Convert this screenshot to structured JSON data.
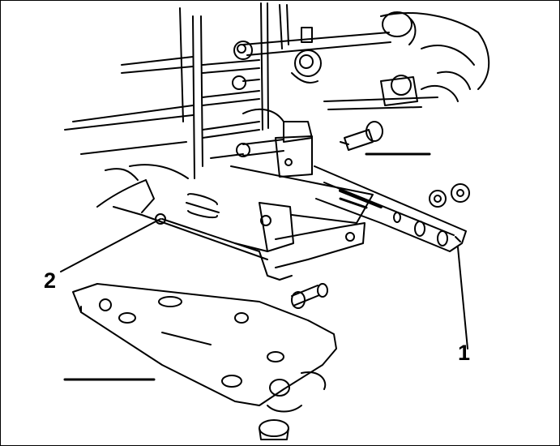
{
  "diagram": {
    "callouts": [
      {
        "label": "1",
        "points_to": "mounting-bracket"
      },
      {
        "label": "2",
        "points_to": "bracket-bolt"
      }
    ],
    "colors": {
      "ink": "#000000",
      "paper": "#ffffff"
    }
  }
}
